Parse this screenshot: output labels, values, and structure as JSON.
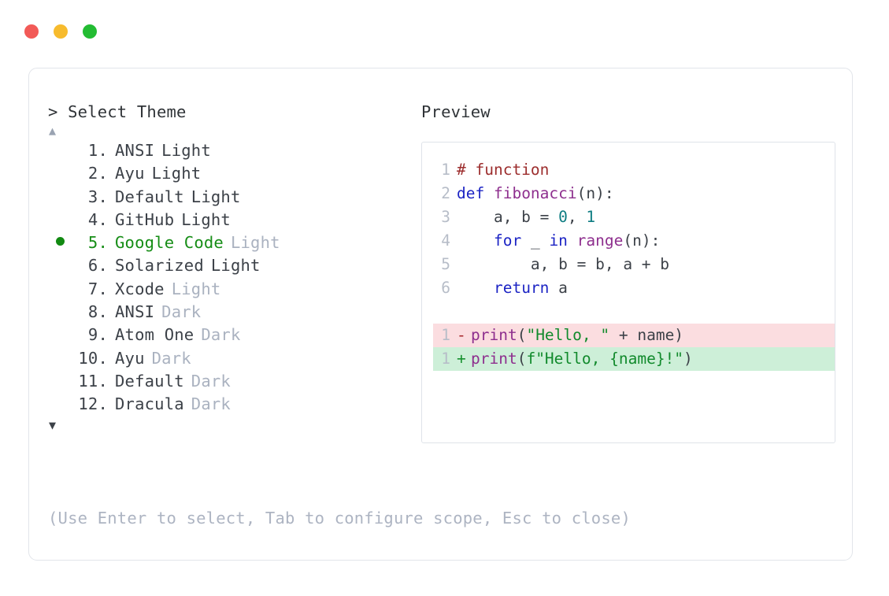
{
  "window": {
    "traffic_lights": [
      {
        "name": "close-button",
        "color": "#f25a57"
      },
      {
        "name": "minimize-button",
        "color": "#f7bb2d"
      },
      {
        "name": "maximize-button",
        "color": "#23bc32"
      }
    ]
  },
  "picker": {
    "prompt": "> Select Theme",
    "scroll_up": "▲",
    "scroll_down": "▼",
    "selected_index": 5,
    "selected_bullet": "●",
    "items": [
      {
        "number": "1.",
        "name": "ANSI",
        "suffix": "Light",
        "suffix_muted": false,
        "selected": false
      },
      {
        "number": "2.",
        "name": "Ayu",
        "suffix": "Light",
        "suffix_muted": false,
        "selected": false
      },
      {
        "number": "3.",
        "name": "Default",
        "suffix": "Light",
        "suffix_muted": false,
        "selected": false
      },
      {
        "number": "4.",
        "name": "GitHub",
        "suffix": "Light",
        "suffix_muted": false,
        "selected": false
      },
      {
        "number": "5.",
        "name": "Google Code",
        "suffix": "Light",
        "suffix_muted": true,
        "selected": true
      },
      {
        "number": "6.",
        "name": "Solarized",
        "suffix": "Light",
        "suffix_muted": false,
        "selected": false
      },
      {
        "number": "7.",
        "name": "Xcode",
        "suffix": "Light",
        "suffix_muted": true,
        "selected": false
      },
      {
        "number": "8.",
        "name": "ANSI",
        "suffix": "Dark",
        "suffix_muted": true,
        "selected": false
      },
      {
        "number": "9.",
        "name": "Atom One",
        "suffix": "Dark",
        "suffix_muted": true,
        "selected": false
      },
      {
        "number": "10.",
        "name": "Ayu",
        "suffix": "Dark",
        "suffix_muted": true,
        "selected": false
      },
      {
        "number": "11.",
        "name": "Default",
        "suffix": "Dark",
        "suffix_muted": true,
        "selected": false
      },
      {
        "number": "12.",
        "name": "Dracula",
        "suffix": "Dark",
        "suffix_muted": true,
        "selected": false
      }
    ],
    "hint": "(Use Enter to select, Tab to configure scope, Esc to close)"
  },
  "preview": {
    "label": "Preview",
    "code_lines": [
      {
        "gutter": "1",
        "tokens": [
          {
            "t": "# function",
            "c": "tok-comment"
          }
        ]
      },
      {
        "gutter": "2",
        "tokens": [
          {
            "t": "def ",
            "c": "tok-keyword"
          },
          {
            "t": "fibonacci",
            "c": "tok-func"
          },
          {
            "t": "(n):",
            "c": "tok-punct"
          }
        ]
      },
      {
        "gutter": "3",
        "tokens": [
          {
            "t": "    a, b = ",
            "c": "tok-plain"
          },
          {
            "t": "0",
            "c": "tok-number"
          },
          {
            "t": ", ",
            "c": "tok-plain"
          },
          {
            "t": "1",
            "c": "tok-number"
          }
        ]
      },
      {
        "gutter": "4",
        "tokens": [
          {
            "t": "    ",
            "c": "tok-plain"
          },
          {
            "t": "for",
            "c": "tok-keyword"
          },
          {
            "t": " _ ",
            "c": "tok-plain"
          },
          {
            "t": "in",
            "c": "tok-keyword"
          },
          {
            "t": " ",
            "c": "tok-plain"
          },
          {
            "t": "range",
            "c": "tok-builtin"
          },
          {
            "t": "(n):",
            "c": "tok-punct"
          }
        ]
      },
      {
        "gutter": "5",
        "tokens": [
          {
            "t": "        a, b = b, a + b",
            "c": "tok-plain"
          }
        ]
      },
      {
        "gutter": "6",
        "tokens": [
          {
            "t": "    ",
            "c": "tok-plain"
          },
          {
            "t": "return",
            "c": "tok-keyword"
          },
          {
            "t": " a",
            "c": "tok-plain"
          }
        ]
      }
    ],
    "diff_lines": [
      {
        "gutter": "1",
        "kind": "del",
        "mark": "-",
        "tokens": [
          {
            "t": "print",
            "c": "tok-func"
          },
          {
            "t": "(",
            "c": "tok-punct"
          },
          {
            "t": "\"Hello, \"",
            "c": "tok-string"
          },
          {
            "t": " + name)",
            "c": "tok-plain"
          }
        ]
      },
      {
        "gutter": "1",
        "kind": "add",
        "mark": "+",
        "tokens": [
          {
            "t": "print",
            "c": "tok-func"
          },
          {
            "t": "(",
            "c": "tok-punct"
          },
          {
            "t": "f\"Hello, {name}!\"",
            "c": "tok-string"
          },
          {
            "t": ")",
            "c": "tok-punct"
          }
        ]
      }
    ]
  },
  "colors": {
    "accent_green": "#128a12",
    "muted_text": "#aab2c0",
    "body_text": "#3c4148",
    "border": "#e2e5ea",
    "diff_del_bg": "#fbdde0",
    "diff_add_bg": "#cdefd8"
  }
}
